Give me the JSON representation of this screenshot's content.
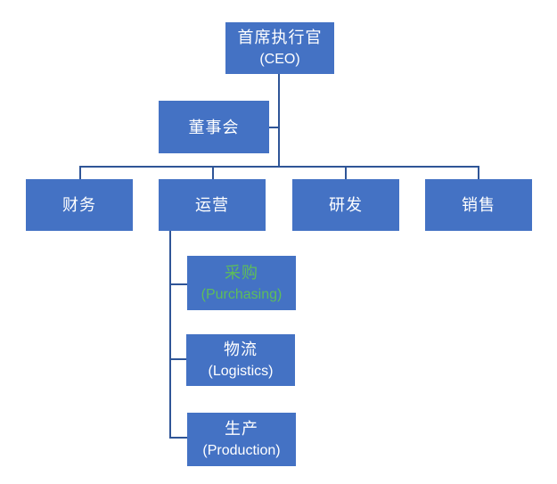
{
  "diagram": {
    "type": "org-chart",
    "colors": {
      "background": "#FFFFFF",
      "box_fill": "#4472C4",
      "box_text": "#FFFFFF",
      "connector": "#2F5597",
      "accent_green": "#5EBD5A"
    },
    "nodes": {
      "ceo": {
        "line1": "首席执行官",
        "line2": "(CEO)"
      },
      "board": {
        "line1": "董事会"
      },
      "finance": {
        "line1": "财务"
      },
      "operations": {
        "line1": "运营"
      },
      "rnd": {
        "line1": "研发"
      },
      "sales": {
        "line1": "销售"
      },
      "purchasing": {
        "line1": "采购",
        "line2": "(Purchasing)",
        "text_color": "#5EBD5A"
      },
      "logistics": {
        "line1": "物流",
        "line2": "(Logistics)"
      },
      "production": {
        "line1": "生产",
        "line2": "(Production)"
      }
    },
    "edges": [
      {
        "from": "ceo",
        "to": "board"
      },
      {
        "from": "ceo",
        "to": "finance"
      },
      {
        "from": "ceo",
        "to": "operations"
      },
      {
        "from": "ceo",
        "to": "rnd"
      },
      {
        "from": "ceo",
        "to": "sales"
      },
      {
        "from": "operations",
        "to": "purchasing"
      },
      {
        "from": "operations",
        "to": "logistics"
      },
      {
        "from": "operations",
        "to": "production"
      }
    ]
  }
}
